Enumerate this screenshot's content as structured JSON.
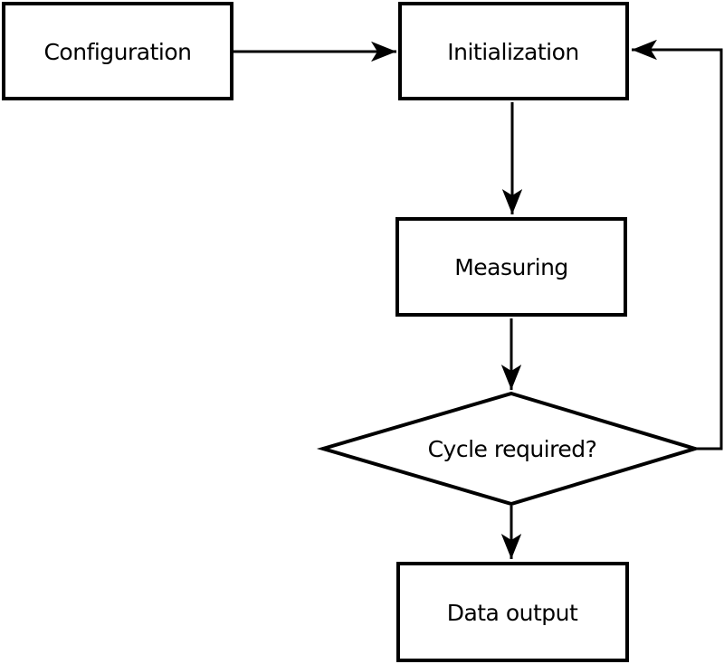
{
  "diagram": {
    "type": "flowchart",
    "background_color": "#ffffff",
    "line_color": "#000000",
    "nodes": [
      {
        "id": "configuration",
        "shape": "rectangle",
        "label": "Configuration"
      },
      {
        "id": "initialization",
        "shape": "rectangle",
        "label": "Initialization"
      },
      {
        "id": "measuring",
        "shape": "rectangle",
        "label": "Measuring"
      },
      {
        "id": "cycle_required",
        "shape": "diamond",
        "label": "Cycle required?"
      },
      {
        "id": "data_output",
        "shape": "rectangle",
        "label": "Data output"
      }
    ],
    "edges": [
      {
        "from": "configuration",
        "to": "initialization",
        "style": "solid-arrow",
        "route": "horizontal"
      },
      {
        "from": "initialization",
        "to": "measuring",
        "style": "solid-arrow",
        "route": "vertical"
      },
      {
        "from": "measuring",
        "to": "cycle_required",
        "style": "solid-arrow",
        "route": "vertical"
      },
      {
        "from": "cycle_required",
        "to": "data_output",
        "style": "solid-arrow",
        "route": "vertical"
      },
      {
        "from": "cycle_required",
        "to": "initialization",
        "style": "solid-arrow",
        "route": "right-side-loop"
      }
    ]
  }
}
